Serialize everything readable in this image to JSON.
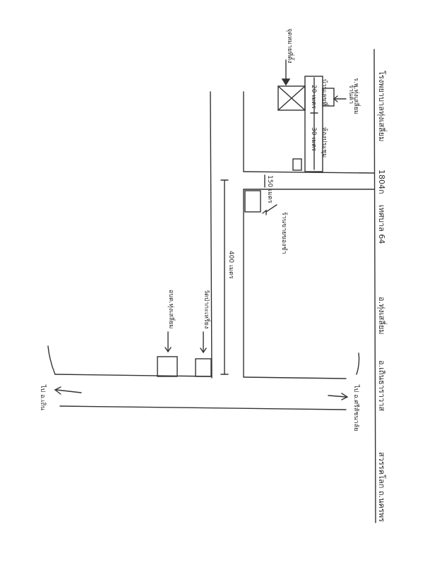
{
  "document": {
    "type": "hand-drawn location map (scanned, rotated 90°)",
    "colors": {
      "ink": "#333333",
      "paper": "#ffffff"
    }
  },
  "main_road": {
    "labels": [
      "โรงพยาบาลทุ่งเสลี่ยม",
      "1804ก",
      "เทศบาล 64",
      "อ.ทุ่งเสลี่ยม",
      "อ.เถินธาราวาส",
      "สวรรคโลก ถ.นครพร"
    ]
  },
  "right_side_notes": {
    "hospital_note": "ร.พ.ทุ่งเสลี่ยม",
    "to_district_note": "ไป อ.ศรีสัชนาลัย"
  },
  "top_block": {
    "target_label": "จุดหมายที่ตั้ง",
    "dimension_upper": "20 เมตร",
    "dimension_lower": "30 เมตร",
    "inner_label_upper": "บ้านเลขที่",
    "inner_label_lower": "ห้องประชุม",
    "side_label": "ร้านค้า"
  },
  "side_road": {
    "width_label": "150 เมตร",
    "length_label": "400 เมตร",
    "shop_label": "ร้านขายของชำ"
  },
  "lower_buildings": {
    "building_1": "อบต.ทุ่งเสลี่ยม",
    "building_2": "วัดป่ากะเหรี่ยง"
  },
  "bottom_left": {
    "direction_label": "ไป อ.เถิน"
  }
}
